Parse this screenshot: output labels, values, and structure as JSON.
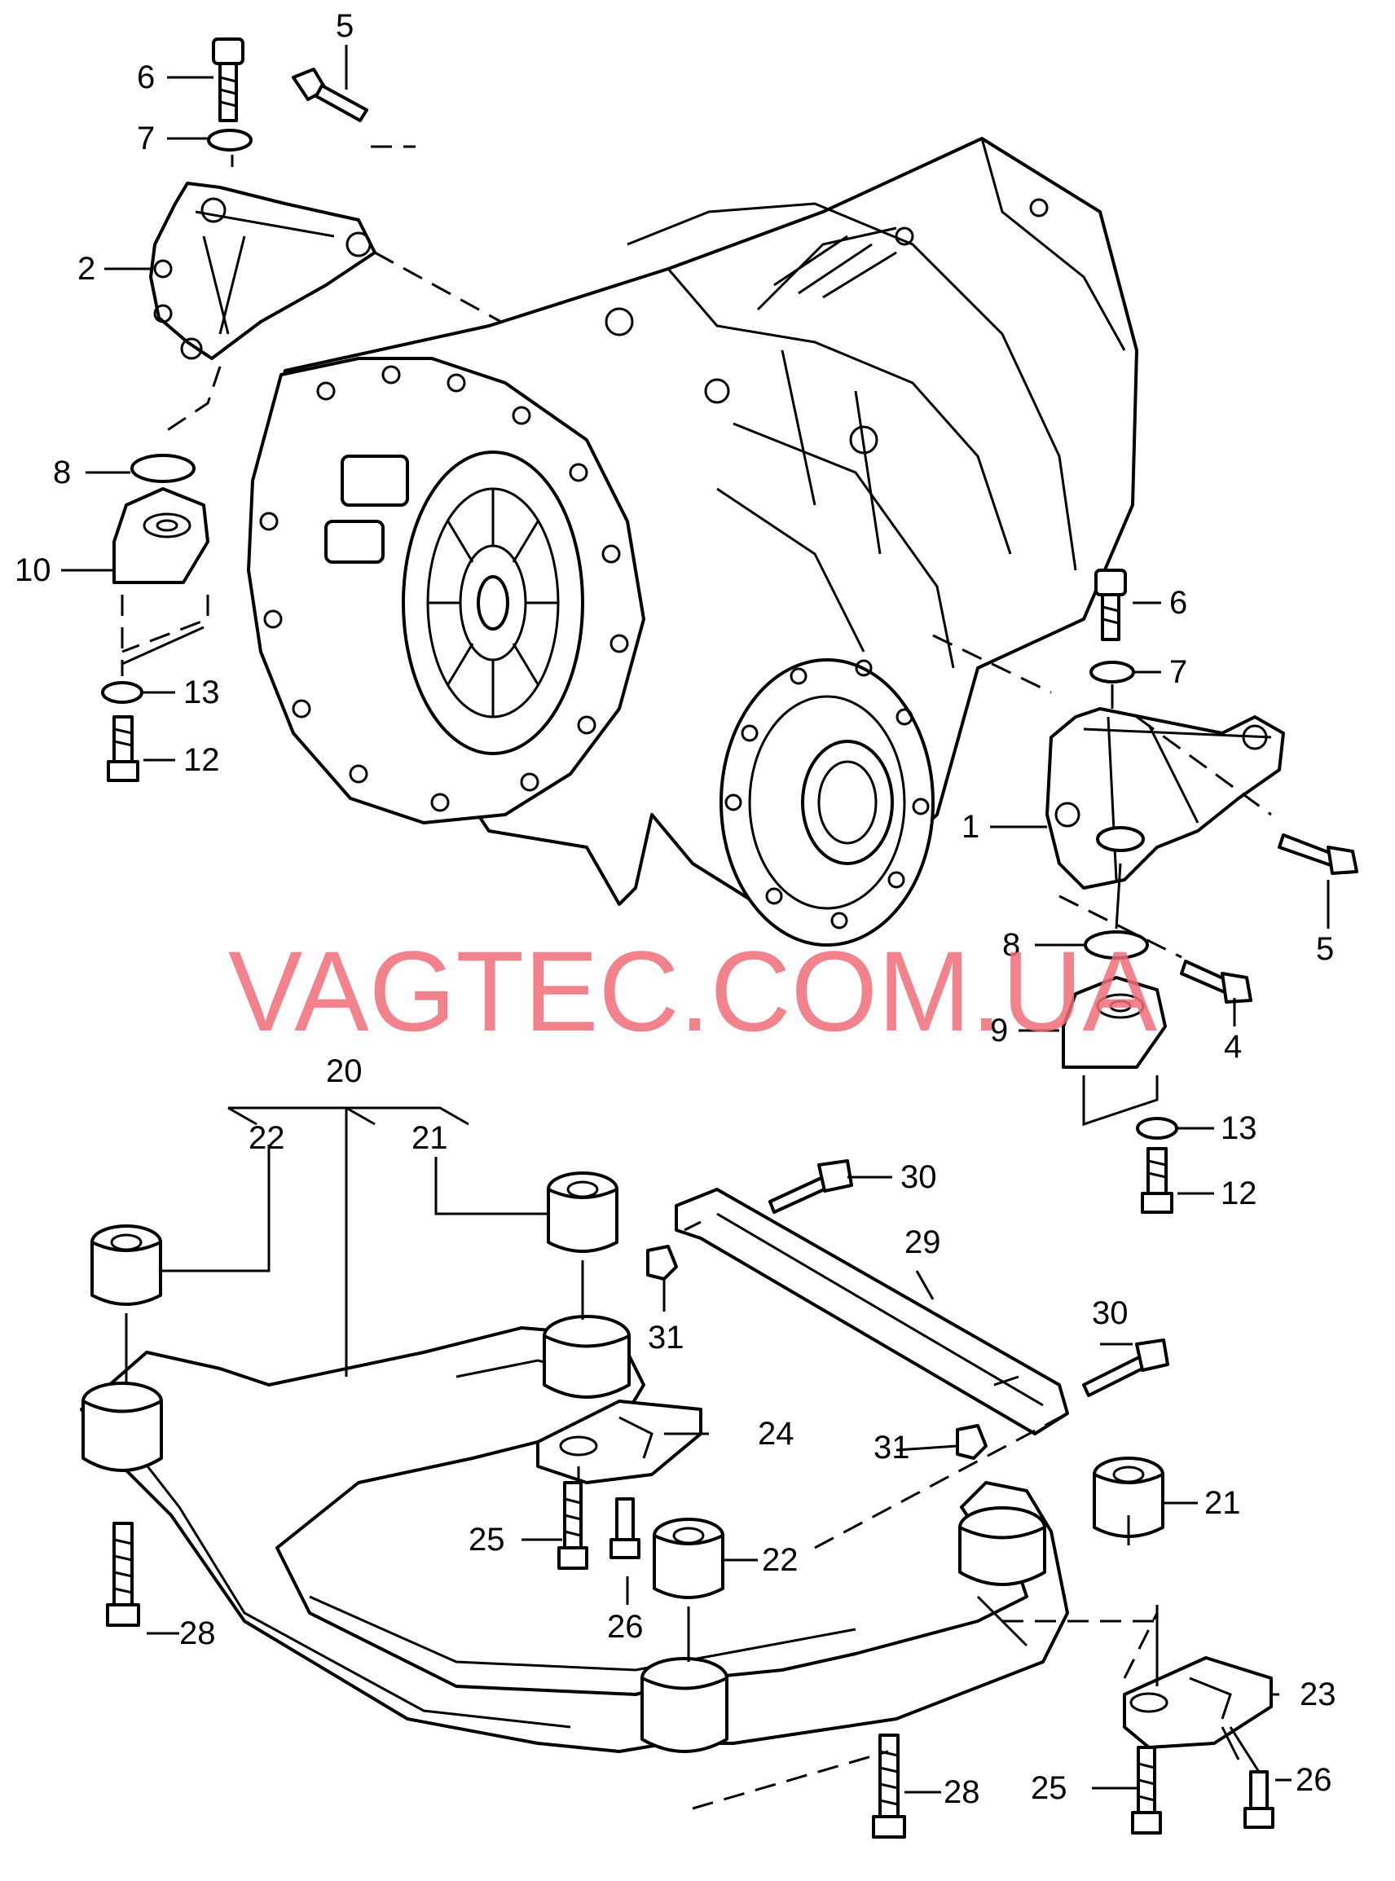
{
  "watermark": "VAGTEC.COM.UA",
  "labels": {
    "l1": "1",
    "l2": "2",
    "l4": "4",
    "l5a": "5",
    "l5b": "5",
    "l6a": "6",
    "l6b": "6",
    "l7a": "7",
    "l7b": "7",
    "l8a": "8",
    "l8b": "8",
    "l9": "9",
    "l10": "10",
    "l12a": "12",
    "l12b": "12",
    "l13a": "13",
    "l13b": "13",
    "l20": "20",
    "l21a": "21",
    "l21b": "21",
    "l22a": "22",
    "l22b": "22",
    "l23": "23",
    "l24": "24",
    "l25a": "25",
    "l25b": "25",
    "l26a": "26",
    "l26b": "26",
    "l28a": "28",
    "l28b": "28",
    "l29": "29",
    "l30a": "30",
    "l30b": "30",
    "l31a": "31",
    "l31b": "31"
  },
  "colors": {
    "watermark": "#f06d78",
    "line": "#000000"
  }
}
